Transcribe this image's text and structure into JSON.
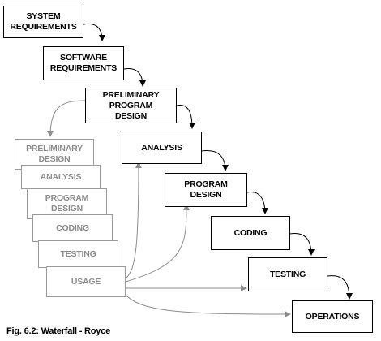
{
  "diagram": {
    "main_steps": [
      {
        "id": "sysreq",
        "label": "SYSTEM\nREQUIREMENTS"
      },
      {
        "id": "swreq",
        "label": "SOFTWARE\nREQUIREMENTS"
      },
      {
        "id": "prelim",
        "label": "PRELIMINARY\nPROGRAM\nDESIGN"
      },
      {
        "id": "analysis",
        "label": "ANALYSIS"
      },
      {
        "id": "progdes",
        "label": "PROGRAM\nDESIGN"
      },
      {
        "id": "coding",
        "label": "CODING"
      },
      {
        "id": "testing",
        "label": "TESTING"
      },
      {
        "id": "ops",
        "label": "OPERATIONS"
      }
    ],
    "preliminary_steps": [
      {
        "id": "g1",
        "label": "PRELIMINARY\nDESIGN"
      },
      {
        "id": "g2",
        "label": "ANALYSIS"
      },
      {
        "id": "g3",
        "label": "PROGRAM\nDESIGN"
      },
      {
        "id": "g4",
        "label": "CODING"
      },
      {
        "id": "g5",
        "label": "TESTING"
      },
      {
        "id": "g6",
        "label": "USAGE"
      }
    ],
    "caption": "Fig. 6.2: Waterfall - Royce",
    "colors": {
      "main": "#000000",
      "ghost": "#8c8c8c"
    }
  }
}
